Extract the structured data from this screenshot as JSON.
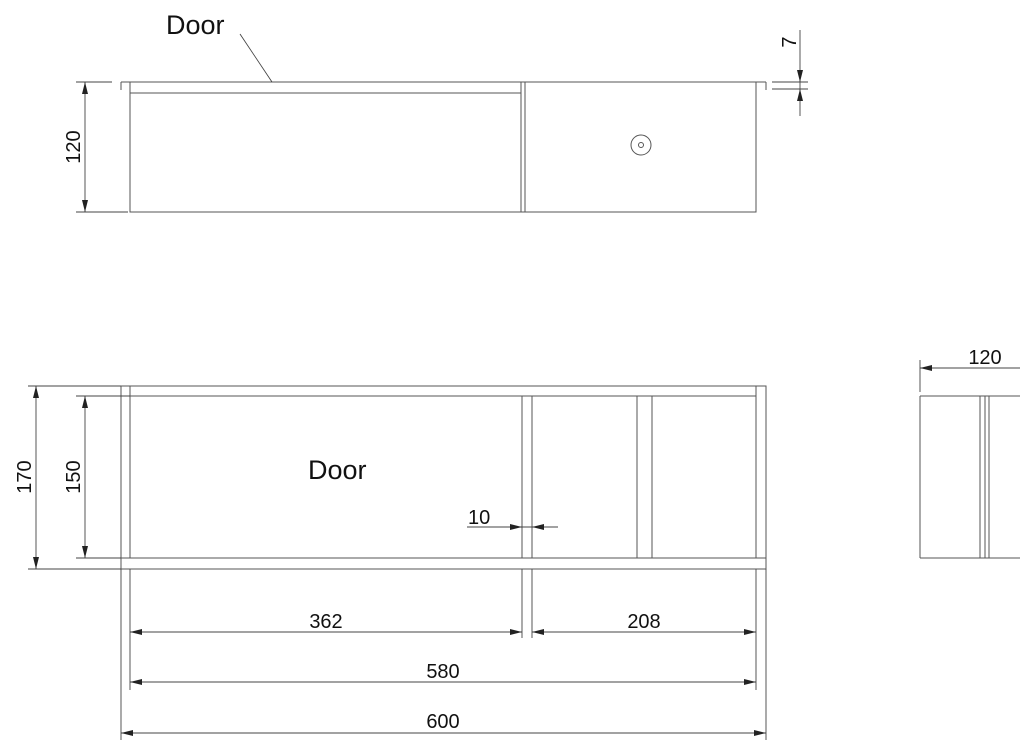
{
  "drawing": {
    "top_view": {
      "door_label": "Door",
      "dim_height": "120",
      "dim_thickness": "7"
    },
    "front_view": {
      "door_label": "Door",
      "dim_outer_height": "170",
      "dim_inner_height": "150",
      "dim_divider": "10",
      "dim_left_compartment": "362",
      "dim_right_compartment": "208",
      "dim_inner_width": "580",
      "dim_outer_width": "600"
    },
    "side_view": {
      "dim_depth": "120"
    }
  }
}
